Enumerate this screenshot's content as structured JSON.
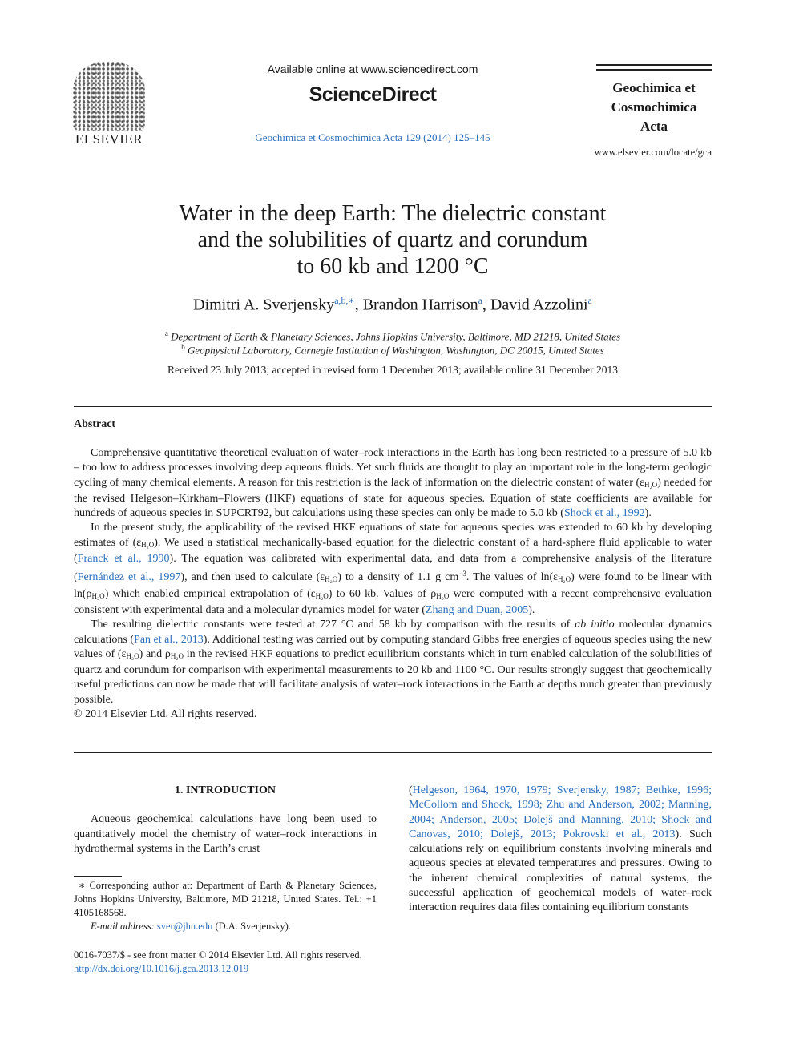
{
  "header": {
    "publisher": "ELSEVIER",
    "available_online": "Available online at www.sciencedirect.com",
    "platform": "ScienceDirect",
    "journal_ref": "Geochimica et Cosmochimica Acta 129 (2014) 125–145",
    "journal_name_lines": [
      "Geochimica et",
      "Cosmochimica",
      "Acta"
    ],
    "journal_url": "www.elsevier.com/locate/gca"
  },
  "article": {
    "title_lines": [
      "Water in the deep Earth: The dielectric constant",
      "and the solubilities of quartz and corundum",
      "to 60 kb and 1200 °C"
    ],
    "authors": [
      {
        "name": "Dimitri A. Sverjensky",
        "sup": "a,b,∗",
        "sep": ", "
      },
      {
        "name": "Brandon Harrison",
        "sup": "a",
        "sep": ", "
      },
      {
        "name": "David Azzolini",
        "sup": "a",
        "sep": ""
      }
    ],
    "affiliations": [
      {
        "sup": "a",
        "text": "Department of Earth & Planetary Sciences, Johns Hopkins University, Baltimore, MD 21218, United States"
      },
      {
        "sup": "b",
        "text": "Geophysical Laboratory, Carnegie Institution of Washington, Washington, DC 20015, United States"
      }
    ],
    "received": "Received 23 July 2013; accepted in revised form 1 December 2013; available online 31 December 2013"
  },
  "abstract": {
    "heading": "Abstract",
    "p1": {
      "a": "Comprehensive quantitative theoretical evaluation of water–rock interactions in the Earth has long been restricted to a pressure of 5.0 kb – too low to address processes involving deep aqueous fluids. Yet such fluids are thought to play an important role in the long-term geologic cycling of many chemical elements. A reason for this restriction is the lack of information on the dielectric constant of water (ε",
      "b": ") needed for the revised Helgeson–Kirkham–Flowers (HKF) equations of state for aqueous species. Equation of state coefficients are available for hundreds of aqueous species in SUPCRT92, but calculations using these species can only be made to 5.0 kb (",
      "ref": "Shock et al., 1992",
      "c": ")."
    },
    "p2": {
      "a": "In the present study, the applicability of the revised HKF equations of state for aqueous species was extended to 60 kb by developing estimates of (ε",
      "b": "). We used a statistical mechanically-based equation for the dielectric constant of a hard-sphere fluid applicable to water (",
      "ref1": "Franck et al., 1990",
      "c": "). The equation was calibrated with experimental data, and data from a comprehensive analysis of the literature (",
      "ref2": "Fernández et al., 1997",
      "d": "), and then used to calculate (ε",
      "e": ") to a density of 1.1 g cm",
      "exp": "−3",
      "f": ". The values of ln(ε",
      "g": ") were found to be linear with ln(ρ",
      "h": ") which enabled empirical extrapolation of (ε",
      "i": ") to 60 kb. Values of ρ",
      "j": " were computed with a recent comprehensive evaluation consistent with experimental data and a molecular dynamics model for water (",
      "ref3": "Zhang and Duan, 2005",
      "k": ")."
    },
    "p3": {
      "a": "The resulting dielectric constants were tested at 727 °C and 58 kb by comparison with the results of ",
      "italic": "ab initio",
      "b": " molecular dynamics calculations (",
      "ref1": "Pan et al., 2013",
      "c": "). Additional testing was carried out by computing standard Gibbs free energies of aqueous species using the new values of (ε",
      "d": ") and ρ",
      "e": " in the revised HKF equations to predict equilibrium constants which in turn enabled calculation of the solubilities of quartz and corundum for comparison with experimental measurements to 20 kb and 1100 °C. Our results strongly suggest that geochemically useful predictions can now be made that will facilitate analysis of water–rock interactions in the Earth at depths much greater than previously possible."
    },
    "subscript": "H₂O",
    "copyright": "© 2014 Elsevier Ltd. All rights reserved."
  },
  "body": {
    "section_heading": "1. INTRODUCTION",
    "left_para": "Aqueous geochemical calculations have long been used to quantitatively model the chemistry of water–rock interactions in hydrothermal systems in the Earth’s crust",
    "right_open": "(",
    "right_refs": "Helgeson, 1964, 1970, 1979; Sverjensky, 1987; Bethke, 1996; McCollom and Shock, 1998; Zhu and Anderson, 2002; Manning, 2004; Anderson, 2005; Dolejš and Manning, 2010; Shock and Canovas, 2010; Dolejš, 2013; Pokrovski et al., 2013",
    "right_text": "). Such calculations rely on equilibrium constants involving minerals and aqueous species at elevated temperatures and pressures. Owing to the inherent chemical complexities of natural systems, the successful application of geochemical models of water–rock interaction requires data files containing equilibrium constants"
  },
  "footnote": {
    "corresponding": "∗ Corresponding author at: Department of Earth & Planetary Sciences, Johns Hopkins University, Baltimore, MD 21218, United States. Tel.: +1 4105168568.",
    "email_label": "E-mail address:",
    "email": "sver@jhu.edu",
    "email_owner": " (D.A. Sverjensky)."
  },
  "bottom": {
    "issn": "0016-7037/$ - see front matter © 2014 Elsevier Ltd. All rights reserved.",
    "doi": "http://dx.doi.org/10.1016/j.gca.2013.12.019"
  }
}
